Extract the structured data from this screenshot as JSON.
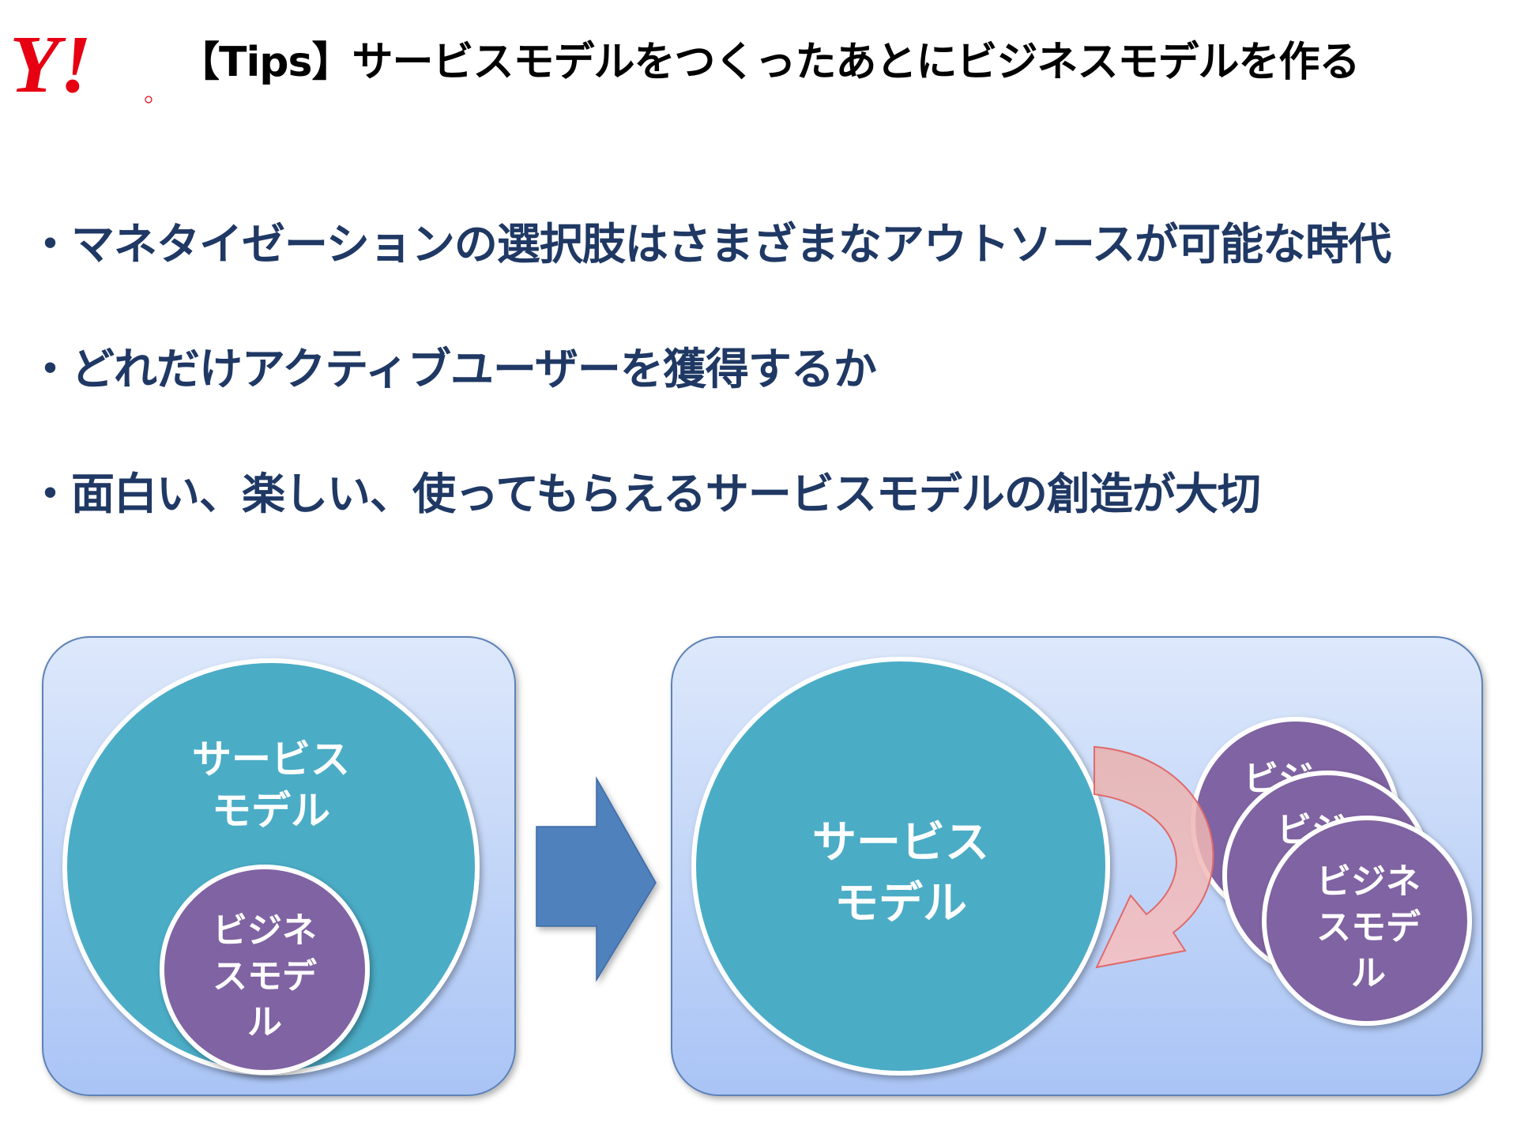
{
  "logo": {
    "text": "Y!",
    "color": "#e60012"
  },
  "title": "【Tips】サービスモデルをつくったあとにビジネスモデルを作る",
  "bullets": [
    "・マネタイゼーションの選択肢はさまざまなアウトソースが可能な時代",
    "・どれだけアクティブユーザーを獲得するか",
    "・面白い、楽しい、使ってもらえるサービスモデルの創造が大切"
  ],
  "diagram": {
    "before": {
      "service_model": [
        "サービス",
        "モデル"
      ],
      "business_model": [
        "ビジネ",
        "スモデ",
        "ル"
      ]
    },
    "after": {
      "service_model": [
        "サービス",
        "モデル"
      ],
      "business_model_back_1": [
        "ビジ"
      ],
      "business_model_back_2": [
        "ビジ"
      ],
      "business_model_front": [
        "ビジネ",
        "スモデ",
        "ル"
      ]
    },
    "arrow_icon": "right-arrow-icon",
    "cycle_icon": "curved-arrow-icon"
  },
  "colors": {
    "title_text": "#000000",
    "bullet_text": "#1f3864",
    "service_circle": "#4bacc6",
    "business_circle": "#8064a2",
    "panel_fill_top": "#dde8fb",
    "panel_fill_bottom": "#a9c4f5",
    "panel_border": "#5d82b8",
    "arrow": "#4f81bd",
    "curved_arrow": "#f4a7a7"
  }
}
